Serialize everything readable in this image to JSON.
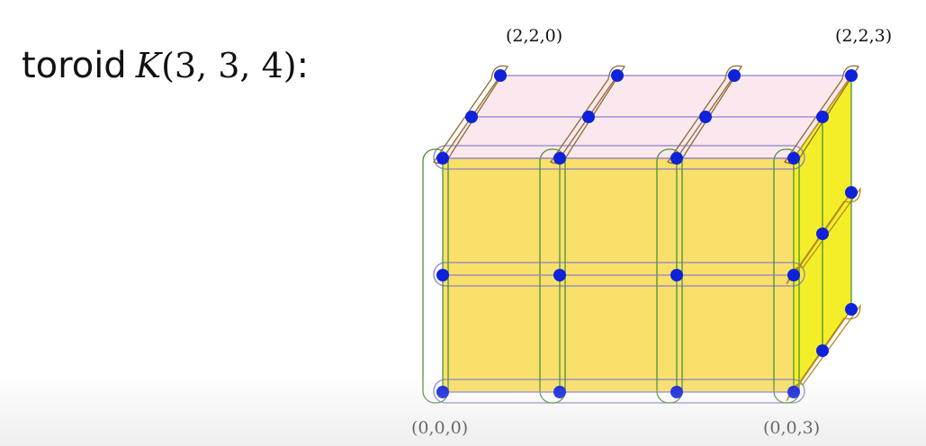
{
  "title": {
    "name": "toroid",
    "symbol": "K",
    "args": "(3, 3, 4)",
    "colon": ":"
  },
  "labels": {
    "top_back_left": "(2,2,0)",
    "top_back_right": "(2,2,3)",
    "bottom_front_left": "(0,0,0)",
    "bottom_front_right": "(0,0,3)"
  },
  "grid": {
    "x_size": 3,
    "y_size": 3,
    "z_size": 4
  },
  "colors": {
    "front_face": "#f9e06a",
    "side_face": "#f4ee28",
    "top_face": "#fbe8ef",
    "node": "#0f22d9",
    "row_edge": "#8a80c8",
    "column_edge": "#4f8f38",
    "depth_edge": "#8f6a30",
    "depth_edge_side": "#b58a22"
  }
}
